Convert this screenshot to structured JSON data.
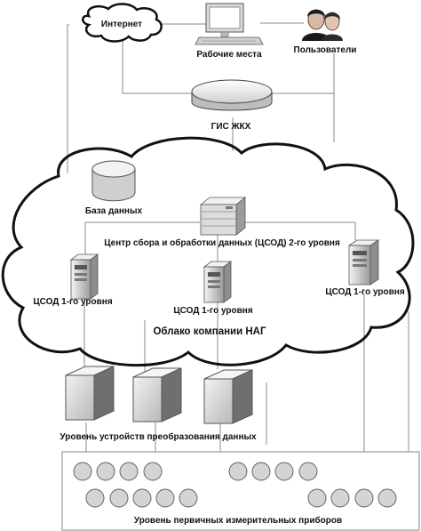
{
  "labels": {
    "internet": "Интернет",
    "workstations": "Рабочие места",
    "users": "Пользователи",
    "gis": "ГИС ЖКХ",
    "database": "База данных",
    "center": "Центр сбора и обработки данных (ЦСОД) 2-го уровня",
    "csod_left": "ЦСОД 1-го уровня",
    "csod_mid": "ЦСОД 1-го уровня",
    "csod_right": "ЦСОД 1-го уровня",
    "cloud": "Облако компании НАГ",
    "converters": "Уровень устройств преобразования данных",
    "meters": "Уровень первичных измерительных приборов"
  },
  "colors": {
    "line": "#8a8a8a",
    "server_light": "#e2e2e2",
    "server_dark": "#6f6f6f",
    "meter_fill": "#d4d4d4"
  },
  "icons": {
    "internet": "cloud-icon",
    "workstations": "computer-icon",
    "users": "users-icon",
    "gis": "disk-icon",
    "database": "database-icon",
    "center": "server-rack-icon",
    "csod": "tower-server-icon",
    "converter": "box-icon",
    "meter": "circle-icon"
  }
}
